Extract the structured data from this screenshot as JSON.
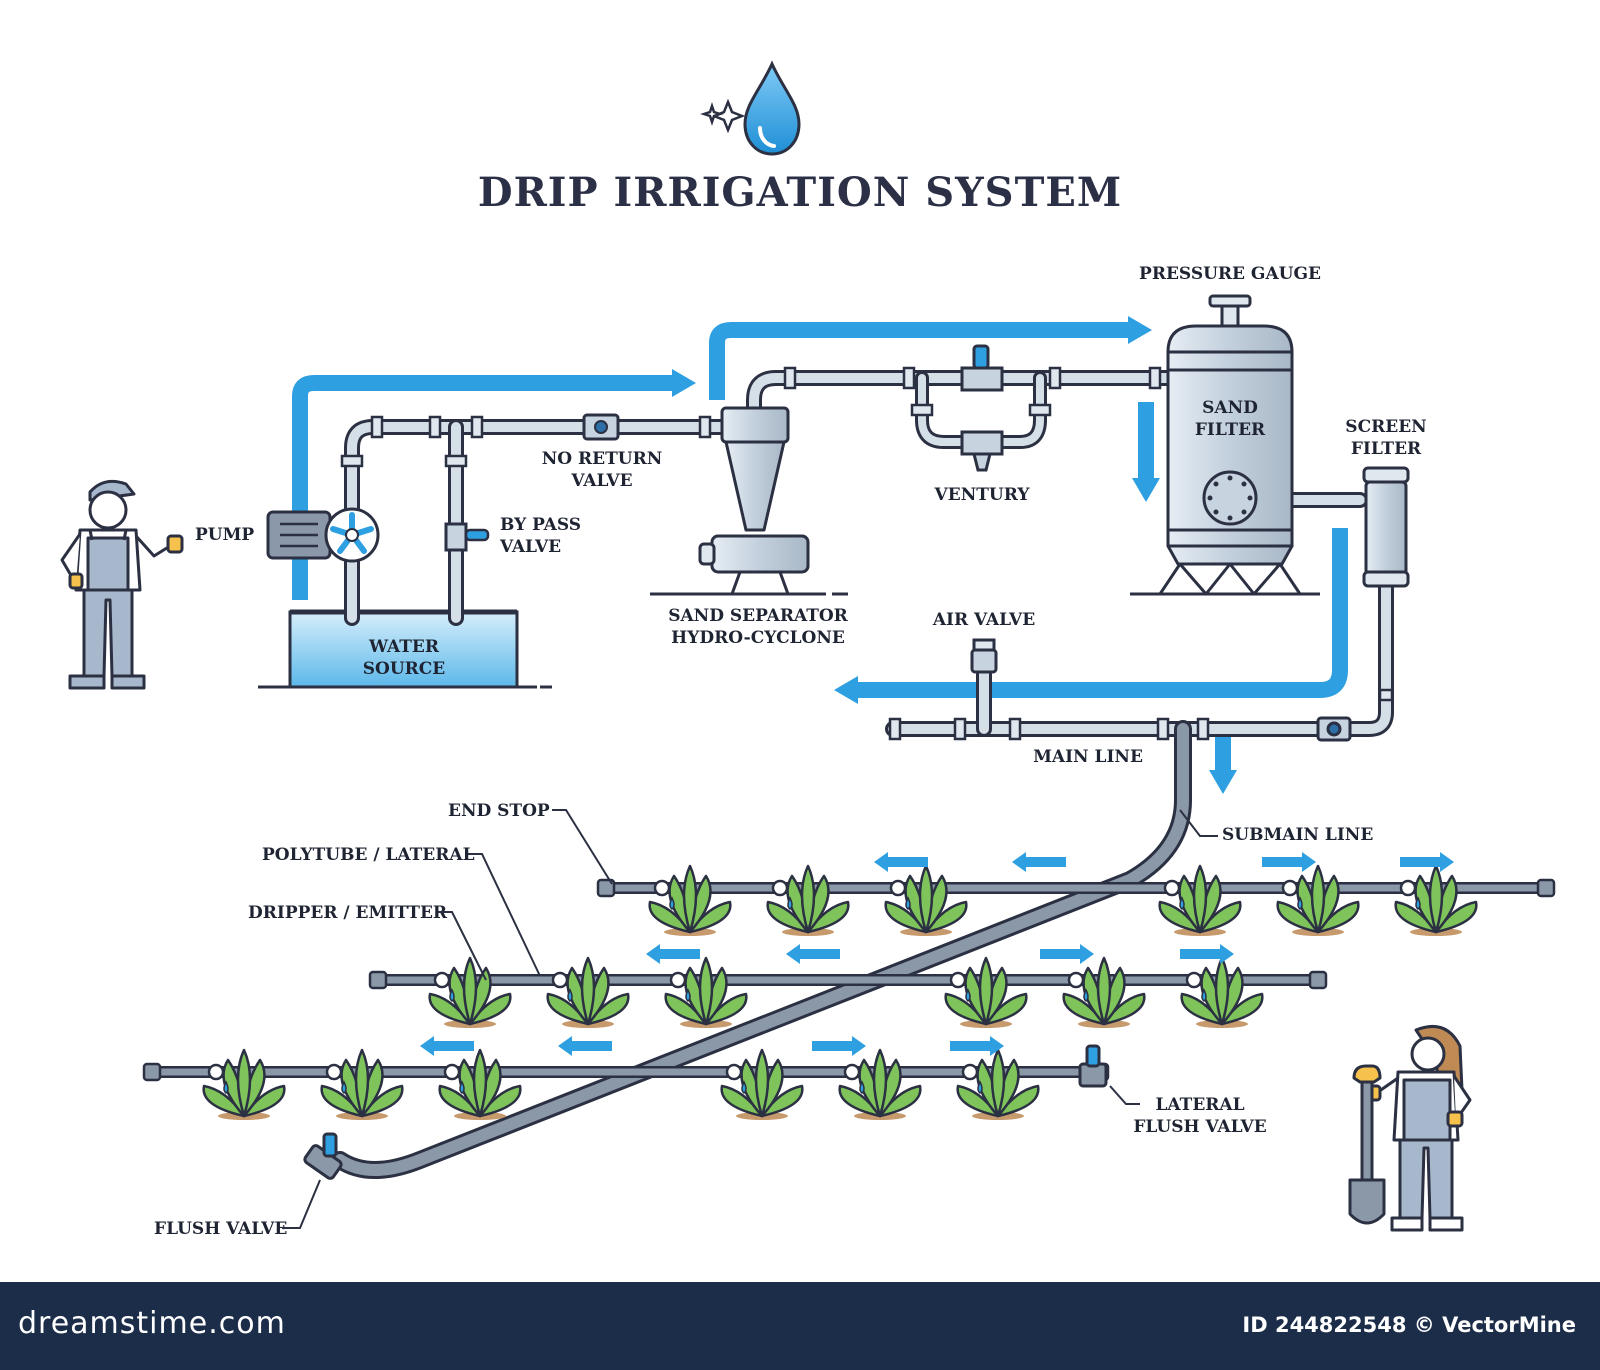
{
  "title": "DRIP IRRIGATION SYSTEM",
  "colors": {
    "flow": "#2e9fe0",
    "pipe": "#c7d3df",
    "outline": "#2b3042",
    "lateral": "#8a98a8",
    "leaf": "#7fc45a",
    "water": "#bfe3f7"
  },
  "icons": [
    "water-drop-icon",
    "sparkle-icon",
    "person-icon",
    "shovel-icon",
    "plant-icon"
  ],
  "labels": {
    "pump": "PUMP",
    "water_source": [
      "WATER",
      "SOURCE"
    ],
    "no_return_valve": [
      "NO RETURN",
      "VALVE"
    ],
    "bypass_valve": [
      "BY PASS",
      "VALVE"
    ],
    "sand_separator": [
      "SAND SEPARATOR",
      "HYDRO-CYCLONE"
    ],
    "ventury": "VENTURY",
    "pressure_gauge": "PRESSURE GAUGE",
    "sand_filter": [
      "SAND",
      "FILTER"
    ],
    "screen_filter": [
      "SCREEN",
      "FILTER"
    ],
    "air_valve": "AIR VALVE",
    "main_line": "MAIN LINE",
    "submain_line": "SUBMAIN LINE",
    "end_stop": "END STOP",
    "polytube": "POLYTUBE / LATERAL",
    "dripper": "DRIPPER / EMITTER",
    "lateral_flush_valve": [
      "LATERAL",
      "FLUSH VALVE"
    ],
    "flush_valve": "FLUSH VALVE"
  },
  "footer": {
    "brand": "dreamstime.com",
    "id_text": "ID 244822548 © VectorMine"
  }
}
